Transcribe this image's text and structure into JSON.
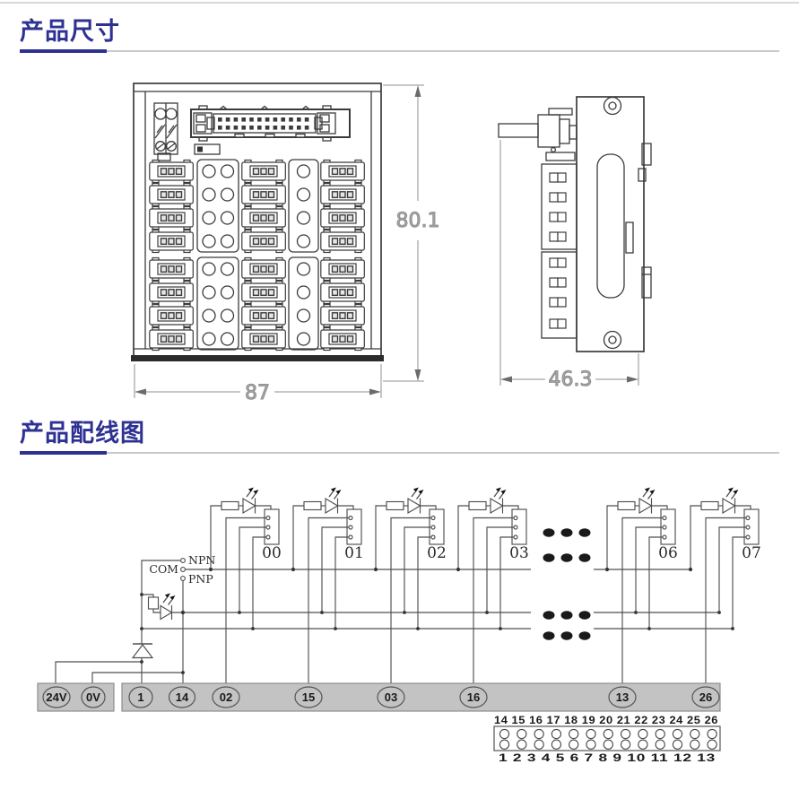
{
  "page": {
    "title_dimensions": "产品尺寸",
    "title_wiring": "产品配线图",
    "accent_color": "#2e3192"
  },
  "dimension_drawing": {
    "front_width": "87",
    "front_height": "80.1",
    "side_depth": "46.3"
  },
  "wiring": {
    "mode_labels": {
      "npn": "NPN",
      "com": "COM",
      "pnp": "PNP"
    },
    "power_terminals": [
      "24V",
      "0V"
    ],
    "bottom_terminals": [
      "1",
      "14",
      "02",
      "15",
      "03",
      "16",
      "13",
      "26"
    ],
    "channels": [
      "00",
      "01",
      "02",
      "03",
      "06",
      "07"
    ],
    "connector_pins_top": "14 15 16 17 18 19 20 21 22 23 24 25 26",
    "connector_pins_bottom": "1 2 3 4 5 6 7 8 9 10 11 12 13"
  }
}
